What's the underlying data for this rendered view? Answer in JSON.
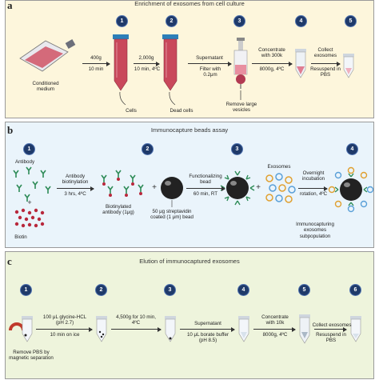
{
  "panel_a": {
    "label": "a",
    "title": "Enrichment of exosomes from cell culture",
    "steps": [
      "1",
      "2",
      "3",
      "4",
      "5"
    ],
    "conditioned": "Conditioned\nmedium",
    "spin1_top": "400g",
    "spin1_bottom": "10 min",
    "spin2_top": "2,000g",
    "spin2_bottom": "10 min, 4ºC",
    "cells": "Cells",
    "dead_cells": "Dead cells",
    "supernatant": "Supernatant",
    "filter": "Filter with\n0.2μm",
    "remove_large": "Remove large\nvesicles",
    "concentrate": "Concentrate\nwith 300k",
    "conc_speed": "8000g, 4ºC",
    "collect": "Collect\nexosomes",
    "resuspend": "Resuspend in\nPBS"
  },
  "panel_b": {
    "label": "b",
    "title": "Immunocapture beads assay",
    "steps": [
      "1",
      "2",
      "3",
      "4"
    ],
    "antibody": "Antibody",
    "biotin": "Biotin",
    "biotinylation": "Antibody\nbiotinylation",
    "bio_time": "3 hrs, 4ºC",
    "biotinylated": "Biotinylated\nantibody (1μg)",
    "bead": "50 μg streptavidin\ncoated (1 μm) bead",
    "functionalizing": "Functionalizing\nbead",
    "func_time": "60 min, RT",
    "exosomes": "Exosomes",
    "overnight": "Overnight\nincubation",
    "rotation": "rotation, 4ºC",
    "immuno": "Immunocapturing\nexosomes\nsubpopulation"
  },
  "panel_c": {
    "label": "c",
    "title": "Elution of immunocaptured exosomes",
    "steps": [
      "1",
      "2",
      "3",
      "4",
      "5",
      "6"
    ],
    "remove_pbs": "Remove PBS by\nmagnetic separation",
    "glycine": "100 μL  glycine-HCL\n(pH 2.7)",
    "ice": "10 min on ice",
    "spin": "4,500g for 10 min,\n4ºC",
    "supernatant": "Supernatant",
    "borate": "10 μL  borate buffer\n(pH 8.5)",
    "concentrate": "Concentrate\nwith 10k",
    "conc_speed": "8000g, 4ºC",
    "collect": "Collect exosomes",
    "resuspend": "Resuspend in\nPBS"
  },
  "colors": {
    "step_fill": "#1f3a6a",
    "panel_a": "#fdf6dc",
    "panel_b": "#eaf4fb",
    "panel_c": "#eef4dc",
    "tube": "#c9485b",
    "antibody_green": "#2e8b57",
    "bead": "#222222"
  }
}
